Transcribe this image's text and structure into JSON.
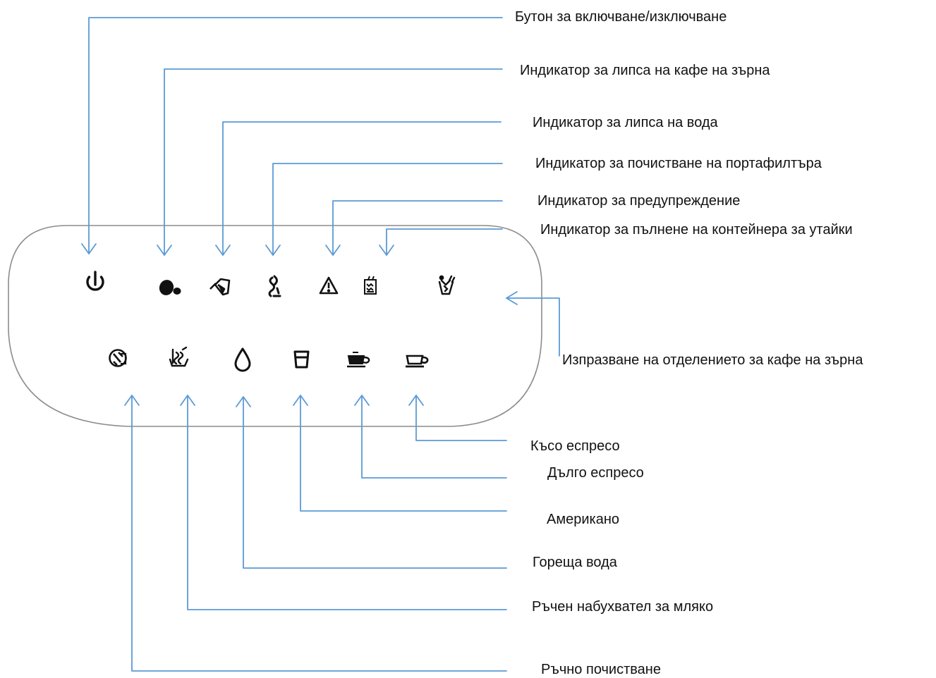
{
  "colors": {
    "leader": "#5b9bd5",
    "panel_outline": "#8c8c8c",
    "icon": "#111111",
    "text": "#111111"
  },
  "labels": {
    "power_button": "Бутон за включване/изключване",
    "beans_missing": "Индикатор за липса на кафе на зърна",
    "water_missing": "Индикатор за липса на вода",
    "portafilter_cleaning": "Индикатор за почистване на портафилтъра",
    "warning": "Индикатор за предупреждение",
    "grounds_container_full": "Индикатор за пълнене на контейнера за утайки",
    "empty_bean_compartment": "Изпразване на отделението за кафе на зърна",
    "short_espresso": "Късо еспресо",
    "long_espresso": "Дълго еспресо",
    "americano": "Американо",
    "hot_water": "Гореща вода",
    "manual_milk_frother": "Ръчен набухвател за мляко",
    "manual_cleaning": "Ръчно почистване"
  },
  "icons": [
    "power-icon",
    "coffee-beans-icon",
    "water-tank-icon",
    "portafilter-cleaning-icon",
    "warning-triangle-icon",
    "grounds-container-icon",
    "empty-beans-icon",
    "manual-cleaning-icon",
    "milk-frother-icon",
    "water-drop-icon",
    "americano-glass-icon",
    "long-espresso-cup-icon",
    "short-espresso-cup-icon"
  ]
}
